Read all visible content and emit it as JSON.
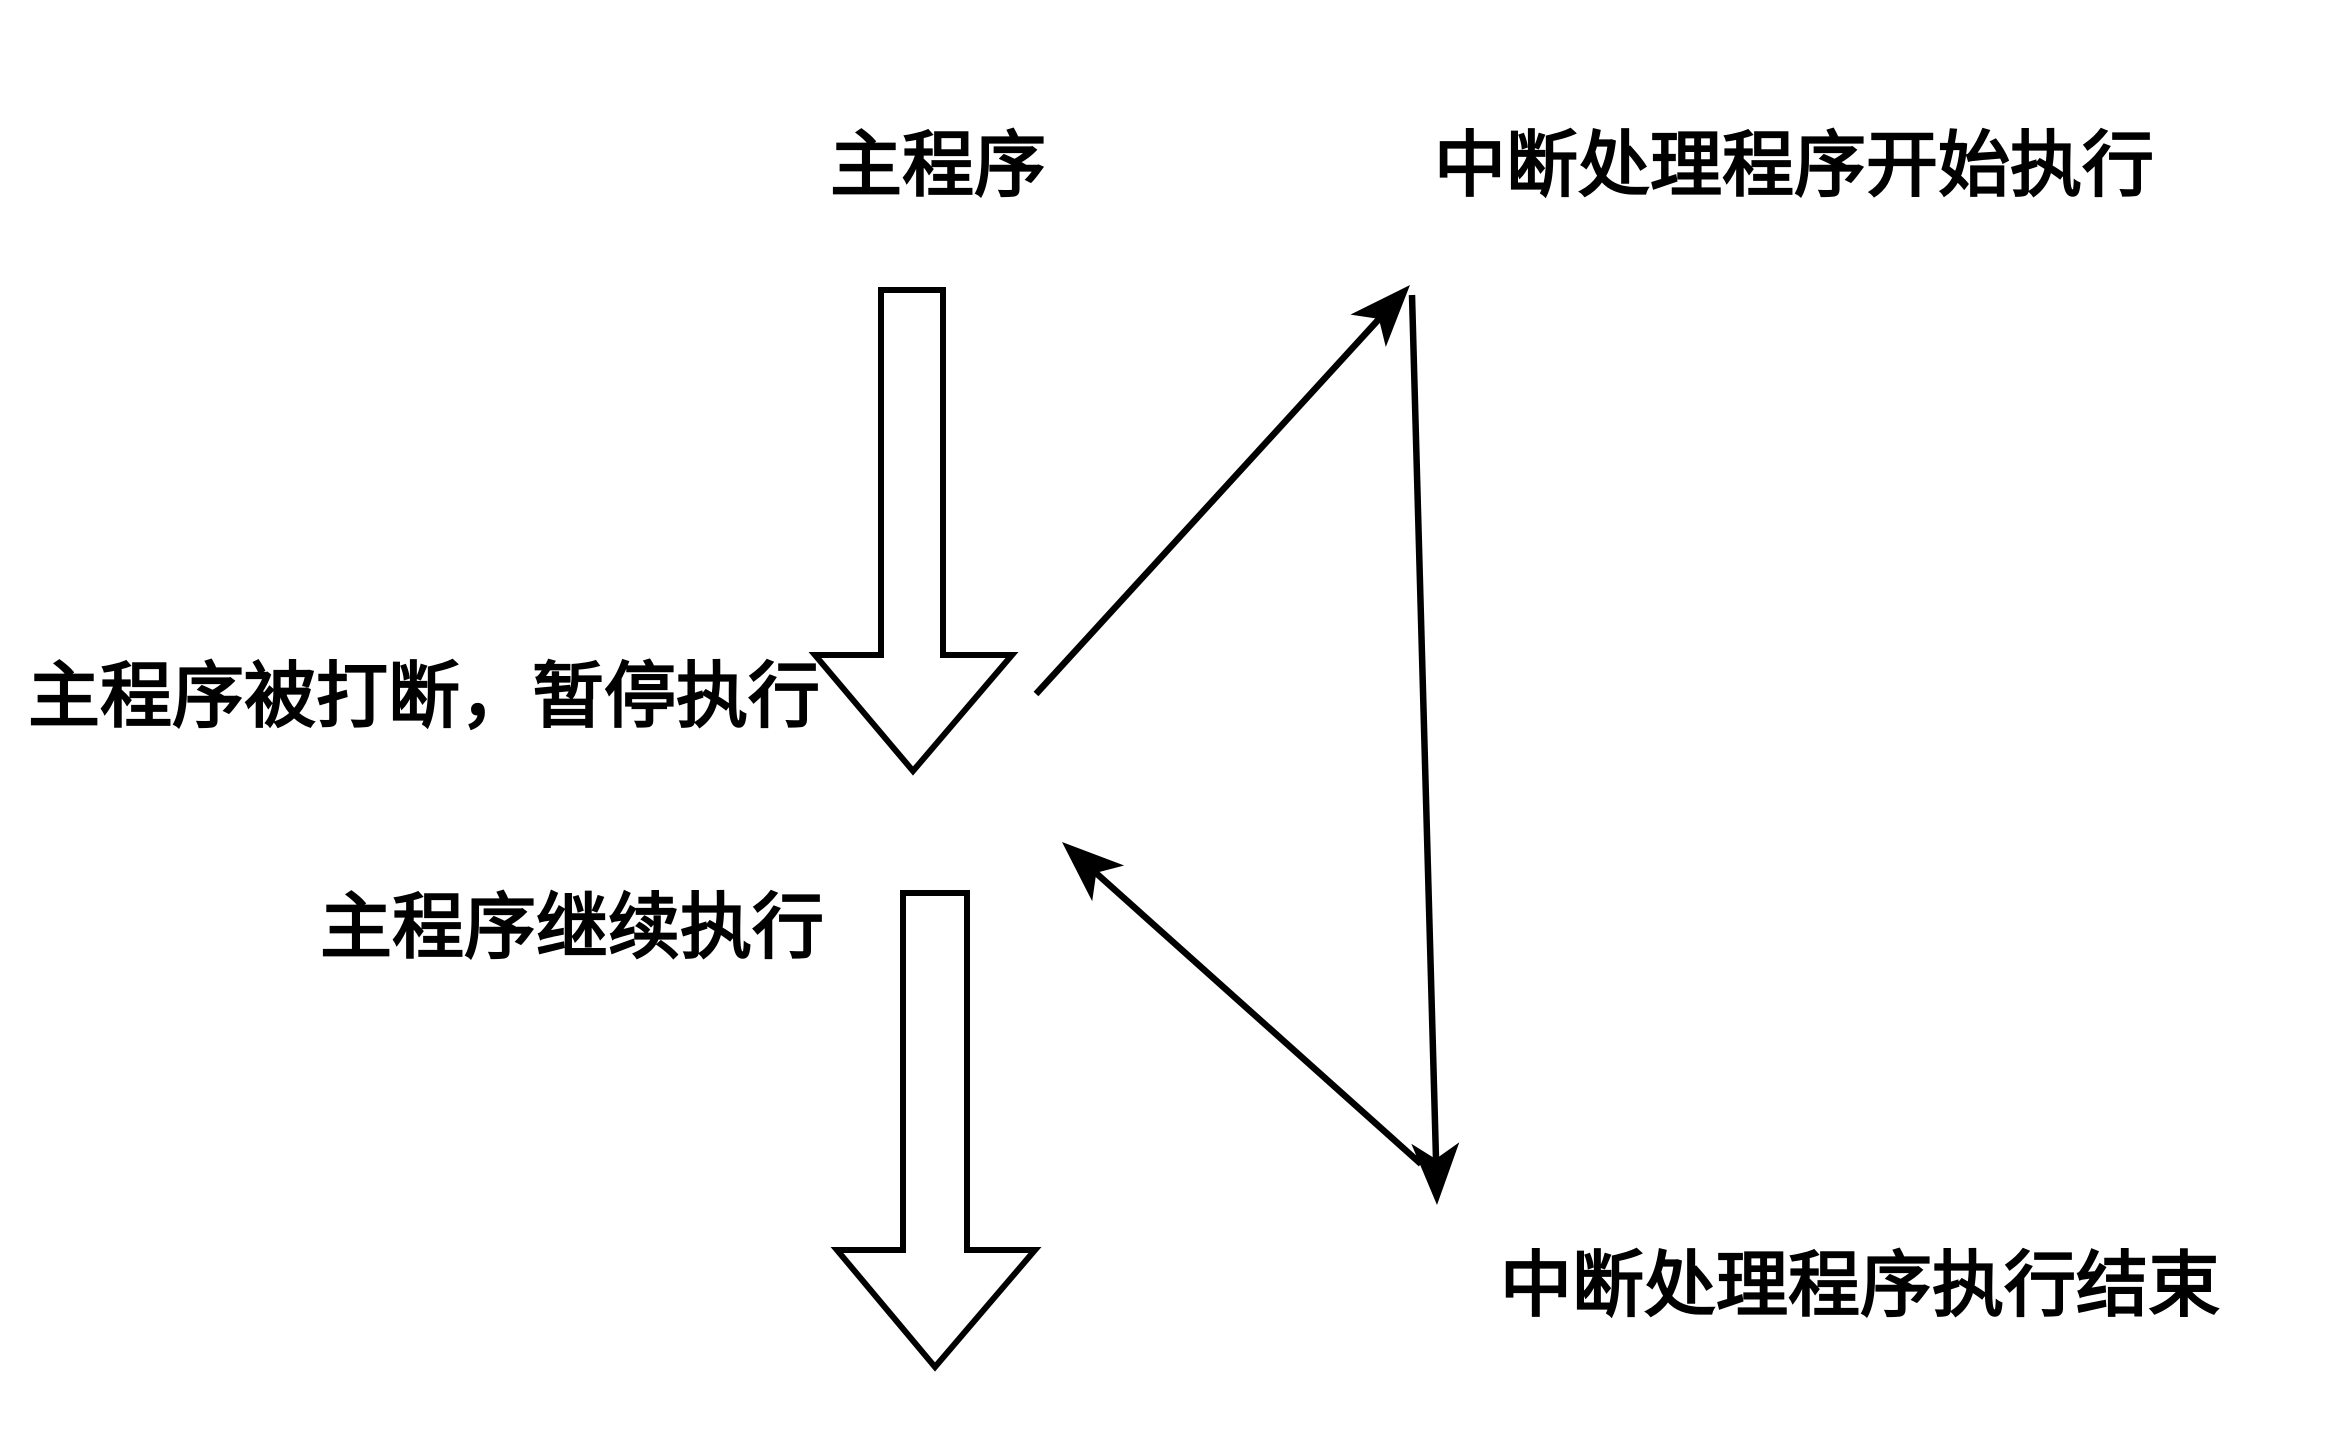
{
  "canvas": {
    "background_color": "#ffffff",
    "ink_color": "#000000"
  },
  "labels": {
    "main_program": "主程序",
    "isr_start": "中断处理程序开始执行",
    "main_interrupted": "主程序被打断，暂停执行",
    "main_resumes": "主程序继续执行",
    "isr_end": "中断处理程序执行结束"
  }
}
